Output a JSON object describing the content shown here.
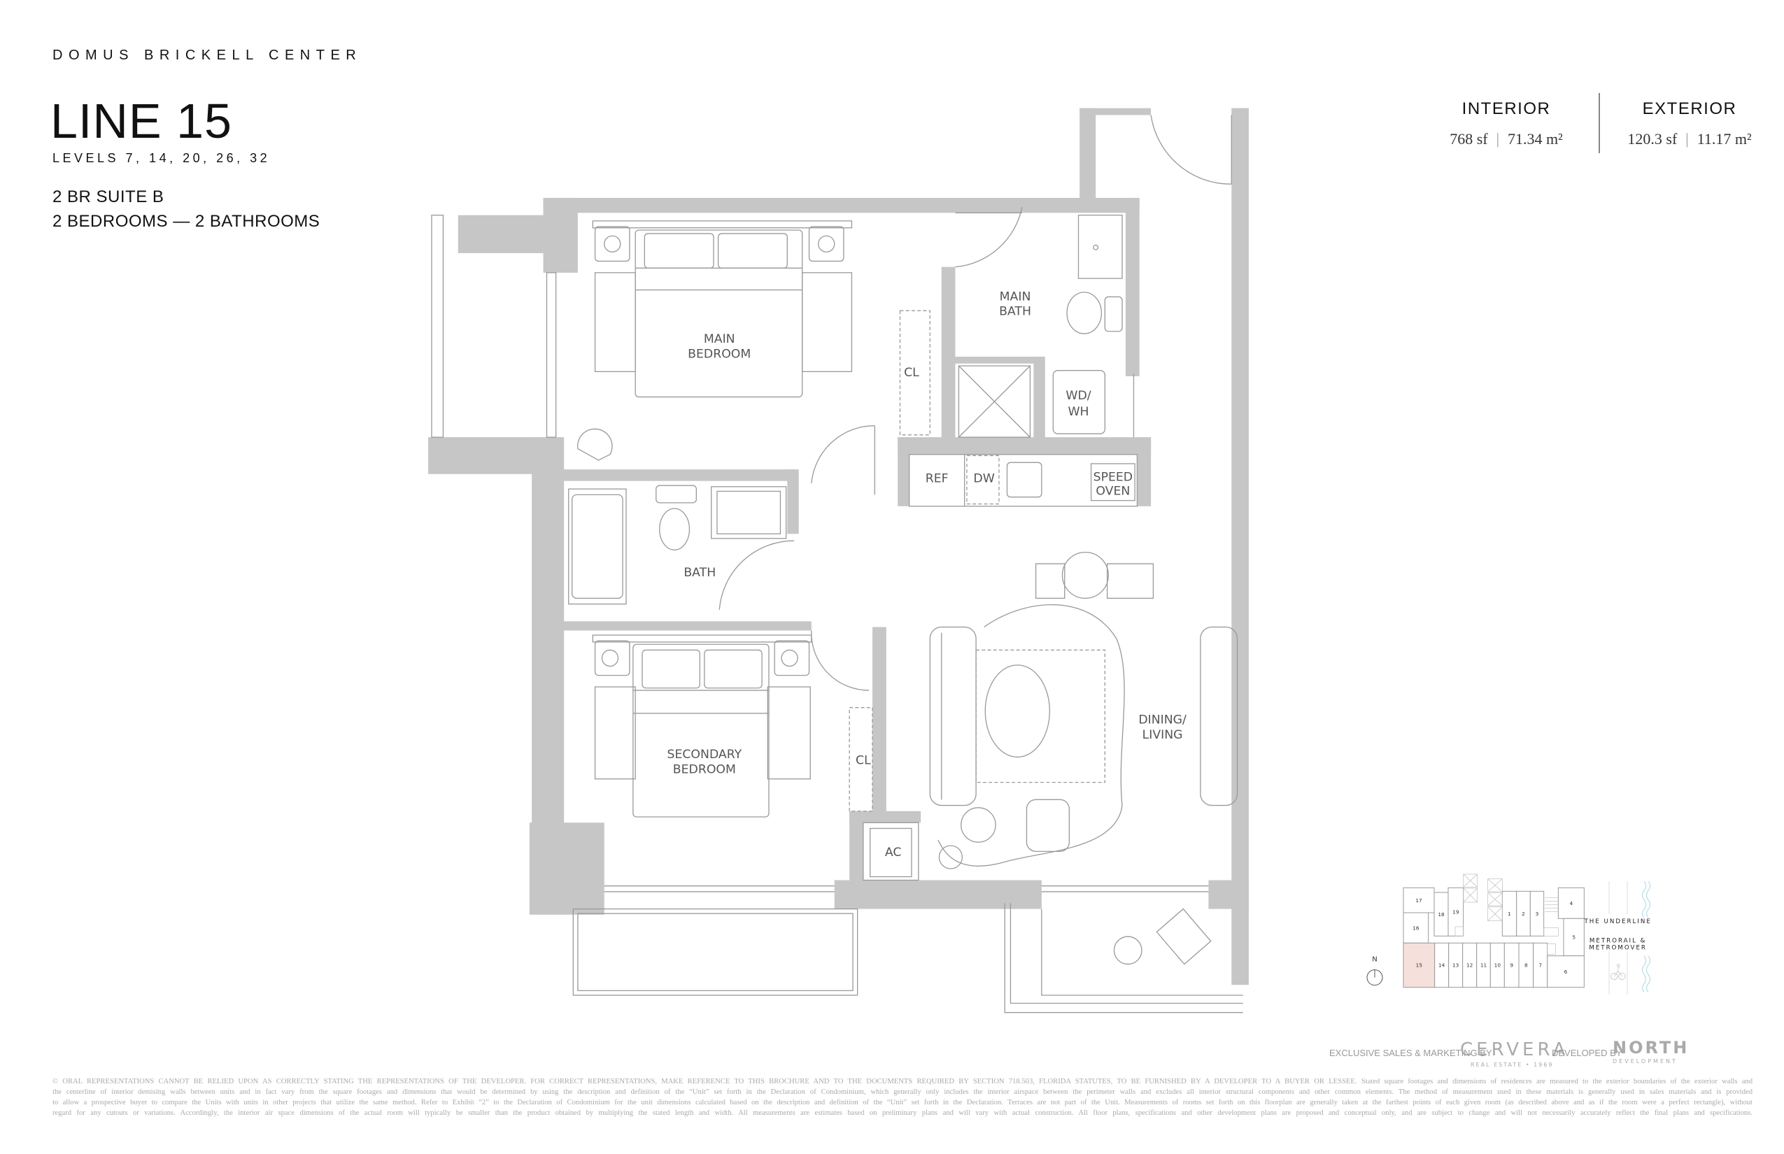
{
  "header": {
    "brand": "DOMUS BRICKELL CENTER",
    "title": "LINE 15",
    "levels": "LEVELS 7, 14, 20, 26, 32",
    "suite": "2 BR SUITE B",
    "rooms": "2 BEDROOMS — 2 BATHROOMS"
  },
  "areas": {
    "interior": {
      "label": "INTERIOR",
      "sf": "768 sf",
      "m2": "71.34 m²"
    },
    "exterior": {
      "label": "EXTERIOR",
      "sf": "120.3 sf",
      "m2": "11.17 m²"
    },
    "separator": "|"
  },
  "plan_labels": {
    "main_bedroom": [
      "MAIN",
      "BEDROOM"
    ],
    "main_bath": [
      "MAIN",
      "BATH"
    ],
    "closet": "CL",
    "wd_wh": [
      "WD/",
      "WH"
    ],
    "ref": "REF",
    "dw": "DW",
    "speed_oven": [
      "SPEED",
      "OVEN"
    ],
    "bath": "BATH",
    "secondary_bedroom": [
      "SECONDARY",
      "BEDROOM"
    ],
    "closet2": "CL",
    "dining_living": [
      "DINING/",
      "LIVING"
    ],
    "ac": "AC"
  },
  "keyplan": {
    "north": "N",
    "units": [
      "17",
      "16",
      "15",
      "18",
      "19",
      "1",
      "2",
      "3",
      "4",
      "5",
      "6",
      "14",
      "13",
      "12",
      "11",
      "10",
      "9",
      "8",
      "7"
    ],
    "highlighted_unit": "15",
    "highlight_color": "#f6e0db",
    "underline": "THE UNDERLINE",
    "metro": [
      "METRORAIL &",
      "METROMOVER"
    ]
  },
  "credits": {
    "sales_label": "EXCLUSIVE SALES & MARKETING BY",
    "sales_logo": "CERVERA",
    "sales_logo_sub": "REAL ESTATE • 1969",
    "developer_label": "DEVELOPED BY",
    "developer_logo": "NORTH",
    "developer_logo_sub": "DEVELOPMENT"
  },
  "disclaimer": [
    "© ORAL REPRESENTATIONS CANNOT BE RELIED UPON AS CORRECTLY STATING THE REPRESENTATIONS OF THE DEVELOPER. FOR CORRECT REPRESENTATIONS, MAKE REFERENCE TO THIS BROCHURE AND TO THE DOCUMENTS REQUIRED BY SECTION 718.503, FLORIDA STATUTES, TO BE FURNISHED BY A DEVELOPER TO A BUYER OR LESSEE. Stated square footages and dimensions of residences are measured to the exterior boundaries of the exterior walls and",
    "the centerline of interior demising walls between units and in fact vary from the square footages and dimensions that would be determined by using the description and definition of the “Unit” set forth in the Declaration of Condominium, which generally only includes the interior airspace between the perimeter walls and excludes all interior structural components and other common elements. The method of measurement used in these materials is generally used in sales materials and is provided",
    "to allow a prospective buyer to compare the Units with units in other projects that utilize the same method. Refer to Exhibit “2” to the Declaration of Condominium for the unit dimensions calculated based on the description and definition of the “Unit” set forth in the Declaration. Terraces are not part of the Unit. Measurements of rooms set forth on this floorplan are generally taken at the farthest points of each given room (as described above and as if the room were a perfect rectangle), without",
    "regard for any cutouts or variations. Accordingly, the interior air space dimensions of the actual room will typically be smaller than the product obtained by multiplying the stated length and width. All measurements are estimates based on preliminary plans and will vary with actual construction. All floor plans, specifications and other development plans are proposed and conceptual only, and are subject to change and will not necessarily accurately reflect the final plans and specifications."
  ],
  "colors": {
    "wall": "#c6c6c6",
    "line": "#9a9a9a",
    "water": "#bfe0ea"
  }
}
